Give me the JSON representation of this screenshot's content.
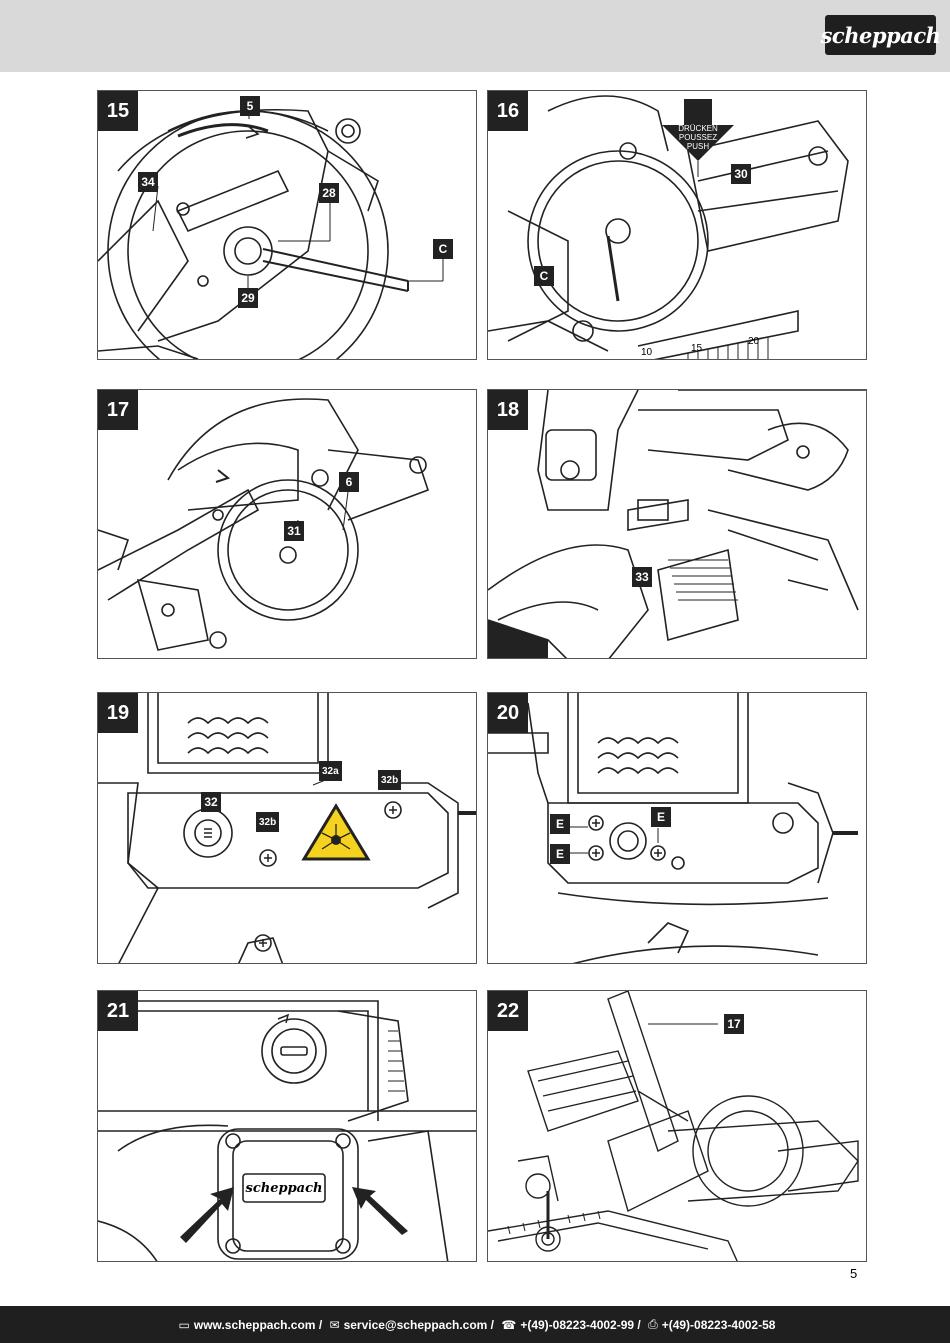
{
  "header": {
    "brand": "scheppach"
  },
  "figures": [
    {
      "number": "15",
      "callouts": [
        "5",
        "34",
        "28",
        "C",
        "29"
      ]
    },
    {
      "number": "16",
      "callouts": [
        "30",
        "C"
      ],
      "push_text": [
        "DRÜCKEN",
        "POUSSEZ",
        "PUSH"
      ],
      "scale_labels": [
        "10",
        "15",
        "20"
      ]
    },
    {
      "number": "17",
      "callouts": [
        "6",
        "31"
      ]
    },
    {
      "number": "18",
      "callouts": [
        "33"
      ]
    },
    {
      "number": "19",
      "callouts": [
        "32a",
        "32b",
        "32",
        "32b"
      ]
    },
    {
      "number": "20",
      "callouts": [
        "E",
        "E",
        "E"
      ]
    },
    {
      "number": "21",
      "callouts": [],
      "motor_brand": "scheppach"
    },
    {
      "number": "22",
      "callouts": [
        "17"
      ]
    }
  ],
  "page_number": "5",
  "footer": {
    "website": "www.scheppach.com",
    "email": "service@scheppach.com",
    "phone": "+(49)-08223-4002-99",
    "fax": "+(49)-08223-4002-58"
  }
}
